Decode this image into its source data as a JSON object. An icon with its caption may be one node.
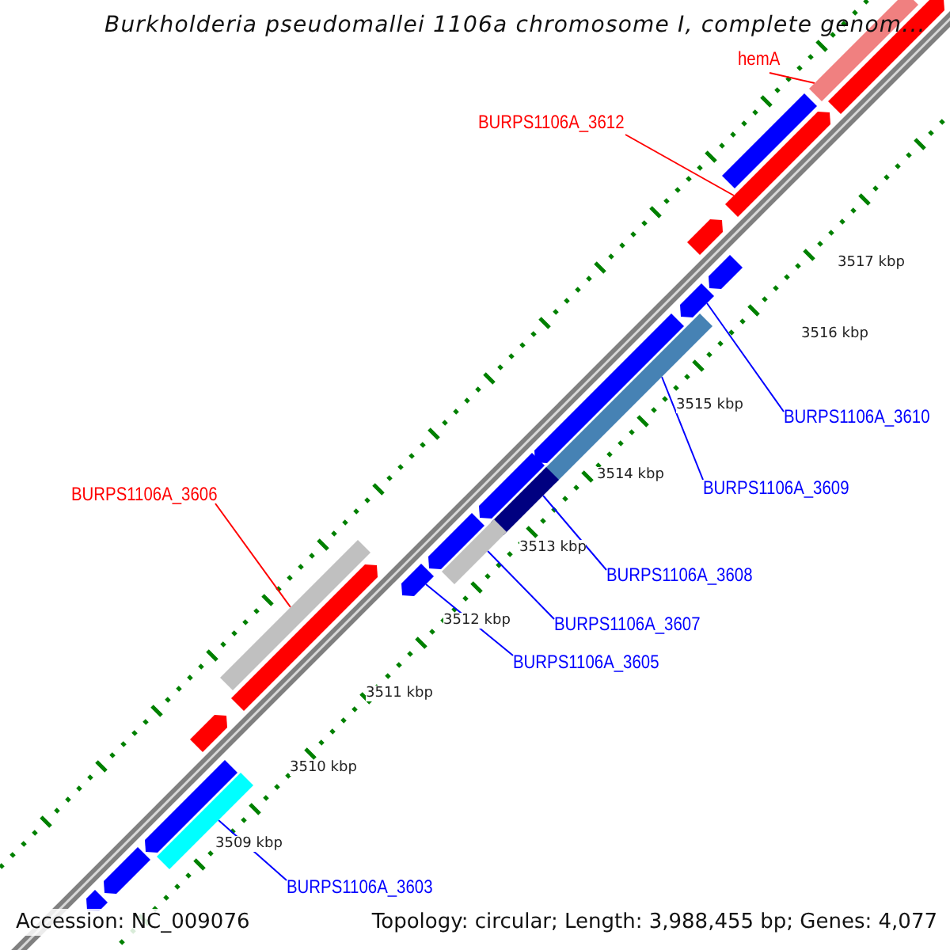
{
  "diagram": {
    "title": "Burkholderia pseudomallei 1106a chromosome I, complete genom...",
    "nodes": [
      {
        "text": [
          "hemA"
        ]
      },
      {
        "text": [],
        "shape": "bar"
      },
      {
        "text": [
          "BURPS1106A_3612"
        ]
      },
      {
        "text": [],
        "shape": "bar"
      },
      {
        "text": [
          "BURPS1106A_3610"
        ]
      },
      {
        "text": [],
        "shape": "bar"
      },
      {
        "text": [
          "BURPS1106A_3609"
        ]
      },
      {
        "text": [],
        "shape": "bar"
      },
      {
        "text": [
          "BURPS1106A_3606"
        ]
      },
      {
        "text": [],
        "shape": "bar"
      },
      {
        "text": [
          "BURPS1106A_3608"
        ]
      },
      {
        "text": [],
        "shape": "bar"
      },
      {
        "text": [
          "BURPS1106A_3607"
        ]
      },
      {
        "text": [],
        "shape": "bar"
      },
      {
        "text": [
          "BURPS1106A_3605"
        ]
      },
      {
        "text": [],
        "shape": "bar"
      },
      {
        "text": [
          "BURPS1106A_3603"
        ]
      },
      {
        "text": [],
        "shape": "bar"
      },
      {
        "text": [],
        "shape": "bar"
      },
      {
        "text": [],
        "shape": "bar"
      },
      {
        "text": [],
        "shape": "bar"
      },
      {
        "text": [],
        "shape": "bar"
      },
      {
        "text": [],
        "shape": "bar"
      },
      {
        "text": [],
        "shape": "bar"
      },
      {
        "text": [],
        "shape": "bar"
      },
      {
        "text": [],
        "shape": "bar"
      },
      {
        "text": [],
        "shape": "bar"
      },
      {
        "text": [],
        "shape": "bar"
      },
      {
        "text": [],
        "shape": "bar"
      },
      {
        "text": [],
        "shape": "bar"
      }
    ],
    "edges": [
      {
        "from": 0,
        "to": 1,
        "arrow": "none",
        "color": "#ff0000"
      },
      {
        "from": 2,
        "to": 3,
        "arrow": "none",
        "color": "#ff0000"
      },
      {
        "from": 4,
        "to": 5,
        "arrow": "none"
      },
      {
        "from": 6,
        "to": 7,
        "arrow": "none"
      },
      {
        "from": 8,
        "to": 9,
        "arrow": "none",
        "color": "#ff0000"
      },
      {
        "from": 10,
        "to": 11,
        "arrow": "none"
      },
      {
        "from": 12,
        "to": 13,
        "arrow": "none"
      },
      {
        "from": 14,
        "to": 15,
        "arrow": "none"
      },
      {
        "from": 16,
        "to": 17,
        "arrow": "none"
      }
    ],
    "labels": [
      "3517 kbp",
      "3516 kbp",
      "3515 kbp",
      "3514 kbp",
      "3513 kbp",
      "3512 kbp",
      "3511 kbp",
      "3510 kbp",
      "3509 kbp",
      "Accession: NC_009076",
      "Topology: circular; Length: 3,988,455 bp; Genes: 4,077"
    ]
  }
}
